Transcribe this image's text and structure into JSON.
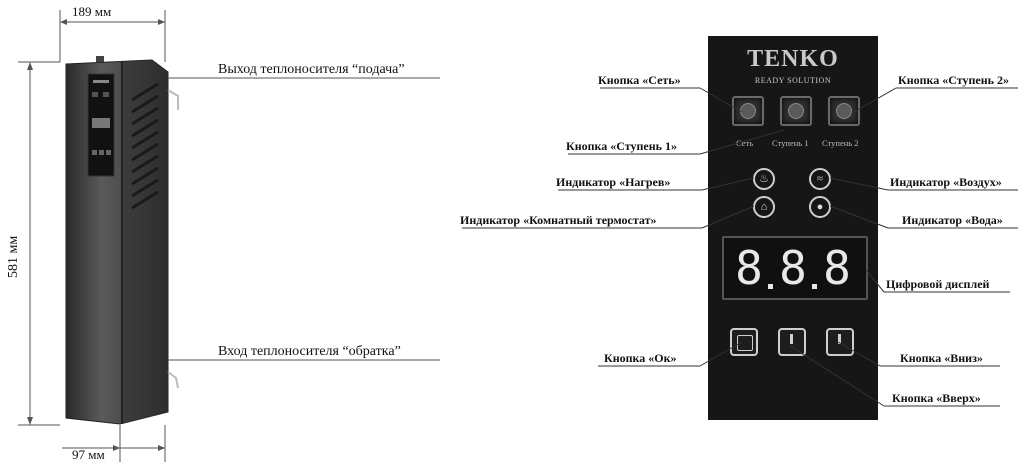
{
  "boiler": {
    "width_label": "189 мм",
    "height_label": "581 мм",
    "depth_label": "97 мм",
    "outlet_label": "Выход теплоносителя “подача”",
    "inlet_label": "Вход теплоносителя “обратка”"
  },
  "panel": {
    "brand": "TENKO",
    "tagline": "READY SOLUTION",
    "key_labels": [
      "Сеть",
      "Ступень 1",
      "Ступень 2"
    ],
    "display_digits": [
      "8",
      "8",
      "8"
    ]
  },
  "callouts": {
    "power": "Кнопка «Сеть»",
    "stage2": "Кнопка «Ступень 2»",
    "stage1": "Кнопка «Ступень 1»",
    "heating": "Индикатор «Нагрев»",
    "air": "Индикатор «Воздух»",
    "room_thermostat": "Индикатор «Комнатный термостат»",
    "water": "Индикатор «Вода»",
    "display": "Цифровой дисплей",
    "ok": "Кнопка «Ок»",
    "down": "Кнопка «Вниз»",
    "up": "Кнопка «Вверх»"
  },
  "colors": {
    "panel": "#161616",
    "housing": "#3a3a3a",
    "text": "#111111"
  }
}
